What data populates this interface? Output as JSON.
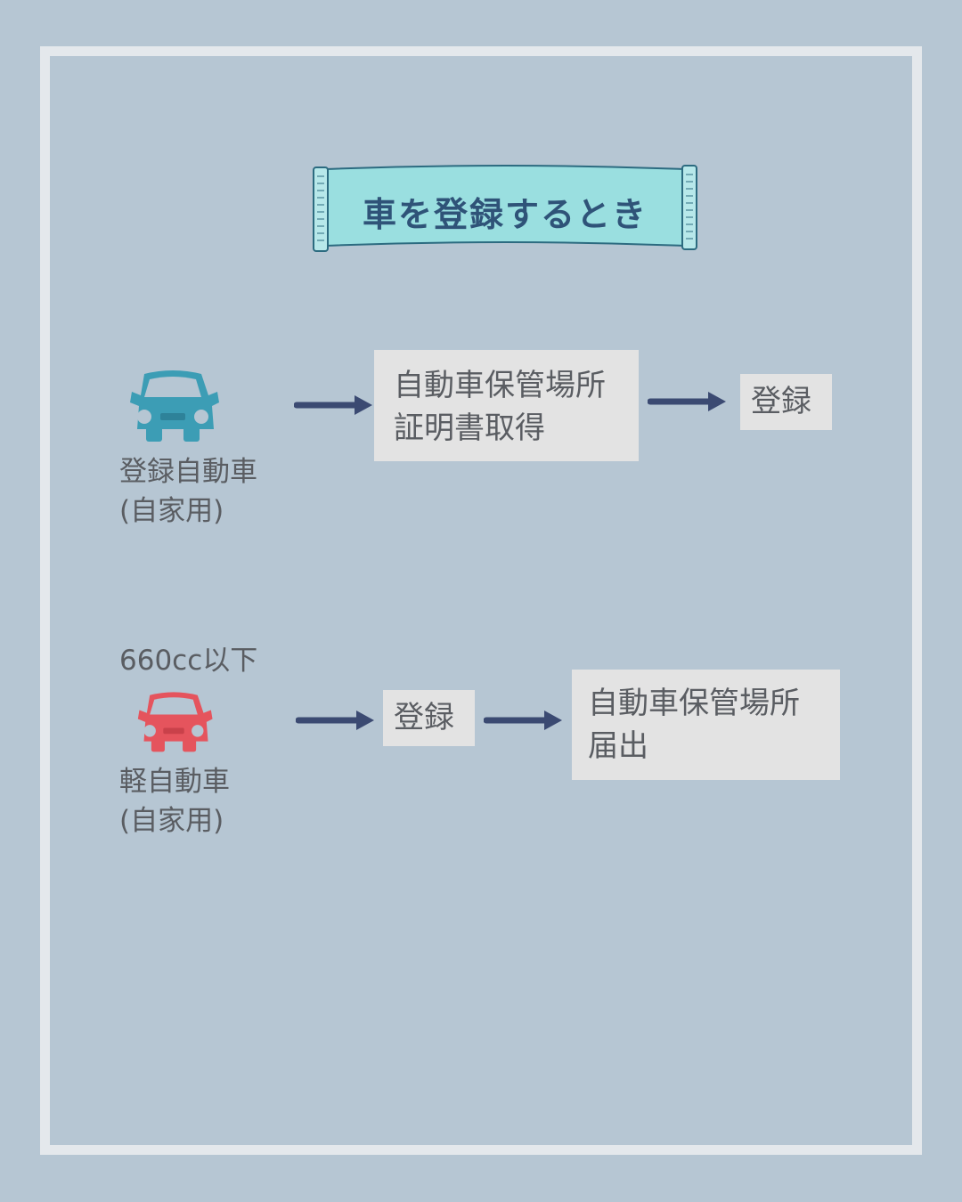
{
  "title": "車を登録するとき",
  "row1": {
    "car_icon": "car-front-icon",
    "car_color": "#3c9db5",
    "label_line1": "登録自動車",
    "label_line2": "(自家用)",
    "step1_line1": "自動車保管場所",
    "step1_line2": "証明書取得",
    "step2": "登録"
  },
  "row2": {
    "note": "660cc以下",
    "car_icon": "car-front-icon",
    "car_color": "#e5545d",
    "label_line1": "軽自動車",
    "label_line2": "(自家用)",
    "step1": "登録",
    "step2_line1": "自動車保管場所",
    "step2_line2": "届出"
  },
  "colors": {
    "background": "#b6c6d3",
    "frame": "#e4e8ec",
    "banner_fill": "#9adfe0",
    "banner_text": "#2f5378",
    "arrow": "#3b4a72",
    "box_fill": "#e3e3e3"
  }
}
